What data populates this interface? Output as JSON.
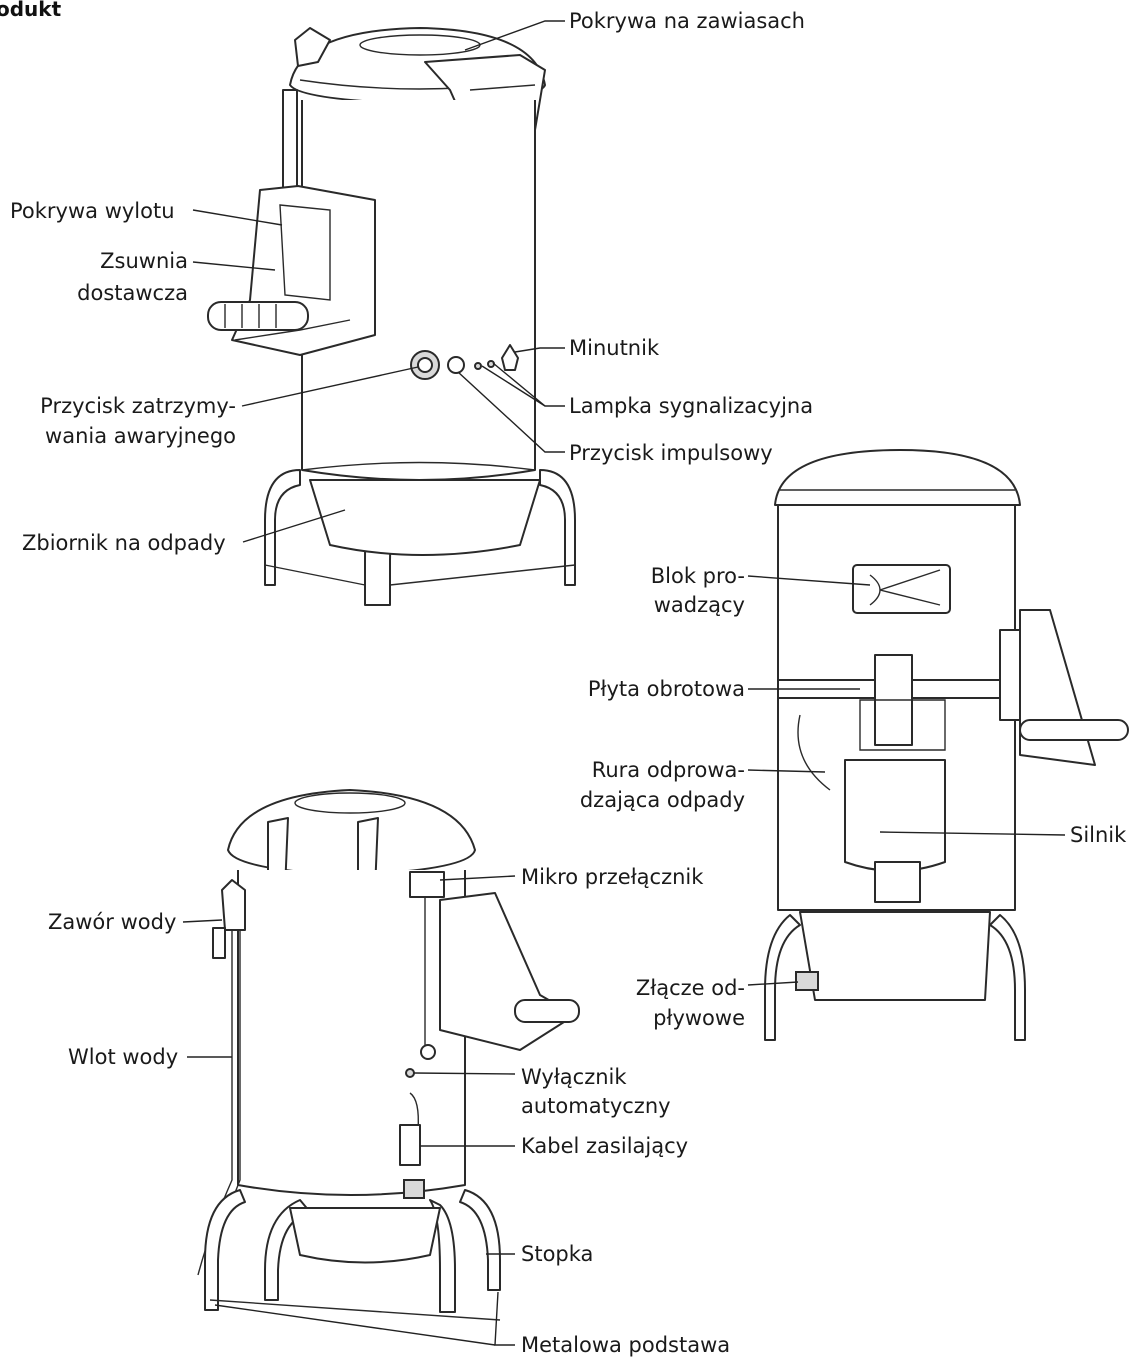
{
  "title": "odukt",
  "labels": {
    "pokrywa_na_zawiasach": "Pokrywa na zawiasach",
    "pokrywa_wylotu": "Pokrywa wylotu",
    "zsuwnia_1": "Zsuwnia",
    "zsuwnia_2": "dostawcza",
    "minutnik": "Minutnik",
    "przycisk_awaryjny_1": "Przycisk zatrzymy-",
    "przycisk_awaryjny_2": "wania awaryjnego",
    "lampka": "Lampka sygnalizacyjna",
    "przycisk_impulsowy": "Przycisk impulsowy",
    "zbiornik": "Zbiornik na odpady",
    "blok_1": "Blok pro-",
    "blok_2": "wadzący",
    "plyta": "Płyta obrotowa",
    "rura_1": "Rura odprowa-",
    "rura_2": "dzająca odpady",
    "silnik": "Silnik",
    "zlacze_1": "Złącze od-",
    "zlacze_2": "pływowe",
    "mikro": "Mikro przełącznik",
    "zawor": "Zawór wody",
    "wlot": "Wlot wody",
    "wylacznik_1": "Wyłącznik",
    "wylacznik_2": "automatyczny",
    "kabel": "Kabel zasilający",
    "stopka": "Stopka",
    "podstawa": "Metalowa podstawa"
  }
}
